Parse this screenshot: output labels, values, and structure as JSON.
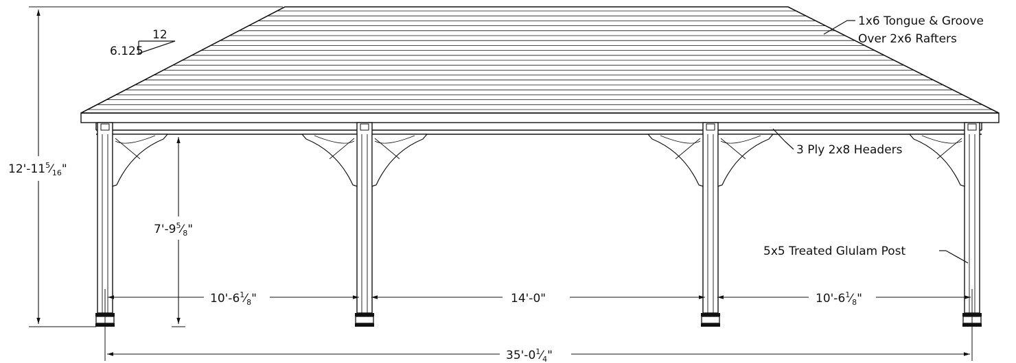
{
  "callouts": {
    "roof_line1": "1x6 Tongue & Groove",
    "roof_line2": "Over 2x6 Rafters",
    "headers": "3 Ply 2x8 Headers",
    "post": "5x5 Treated Glulam Post"
  },
  "pitch": {
    "rise": "6.125",
    "run": "12"
  },
  "dimensions": {
    "overall_height": {
      "main": "12'-11",
      "num": "5",
      "den": "16",
      "tail": "\""
    },
    "post_height": {
      "main": "7'-9",
      "num": "5",
      "den": "8",
      "tail": "\""
    },
    "bay_left": {
      "main": "10'-6",
      "num": "1",
      "den": "8",
      "tail": "\""
    },
    "bay_center": {
      "main": "14'-0\""
    },
    "bay_right": {
      "main": "10'-6",
      "num": "1",
      "den": "8",
      "tail": "\""
    },
    "overall_width": {
      "main": "35'-0",
      "num": "1",
      "den": "4",
      "tail": "\""
    }
  },
  "colors": {
    "line": "#111111",
    "background": "#ffffff"
  }
}
